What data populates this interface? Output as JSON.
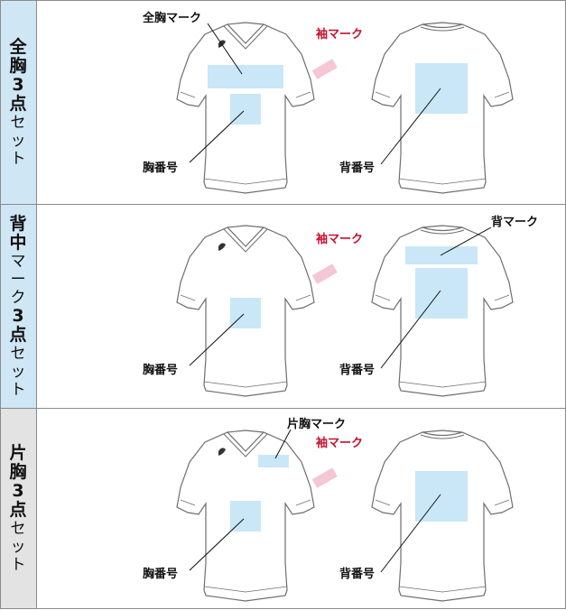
{
  "rows": [
    {
      "label_bold": [
        "全",
        "胸",
        "3",
        "点"
      ],
      "label_light": [
        "セ",
        "ッ",
        "ト"
      ],
      "front_chest_mark": "全胸マーク",
      "sleeve_mark": "袖マーク",
      "chest_number": "胸番号",
      "back_number": "背番号"
    },
    {
      "label_bold": [
        "背",
        "中"
      ],
      "label_light_mid": [
        "マ",
        "ー",
        "ク"
      ],
      "label_bold2": [
        "3",
        "点"
      ],
      "label_light": [
        "セ",
        "ッ",
        "ト"
      ],
      "back_mark": "背マーク",
      "sleeve_mark": "袖マーク",
      "chest_number": "胸番号",
      "back_number": "背番号"
    },
    {
      "label_bold": [
        "片",
        "胸",
        "3",
        "点"
      ],
      "label_light": [
        "セ",
        "ッ",
        "ト"
      ],
      "one_chest_mark": "片胸マーク",
      "sleeve_mark": "袖マーク",
      "chest_number": "胸番号",
      "back_number": "背番号"
    }
  ],
  "colors": {
    "label_bg": "#cfe6f5",
    "label_bg_gray": "#e3e3e3",
    "print_area": "#c9e7f7",
    "sleeve_area": "#f5c6d4",
    "sleeve_text": "#c8102e",
    "border": "#8a8a8a",
    "shirt_line": "#6e6e6e"
  }
}
